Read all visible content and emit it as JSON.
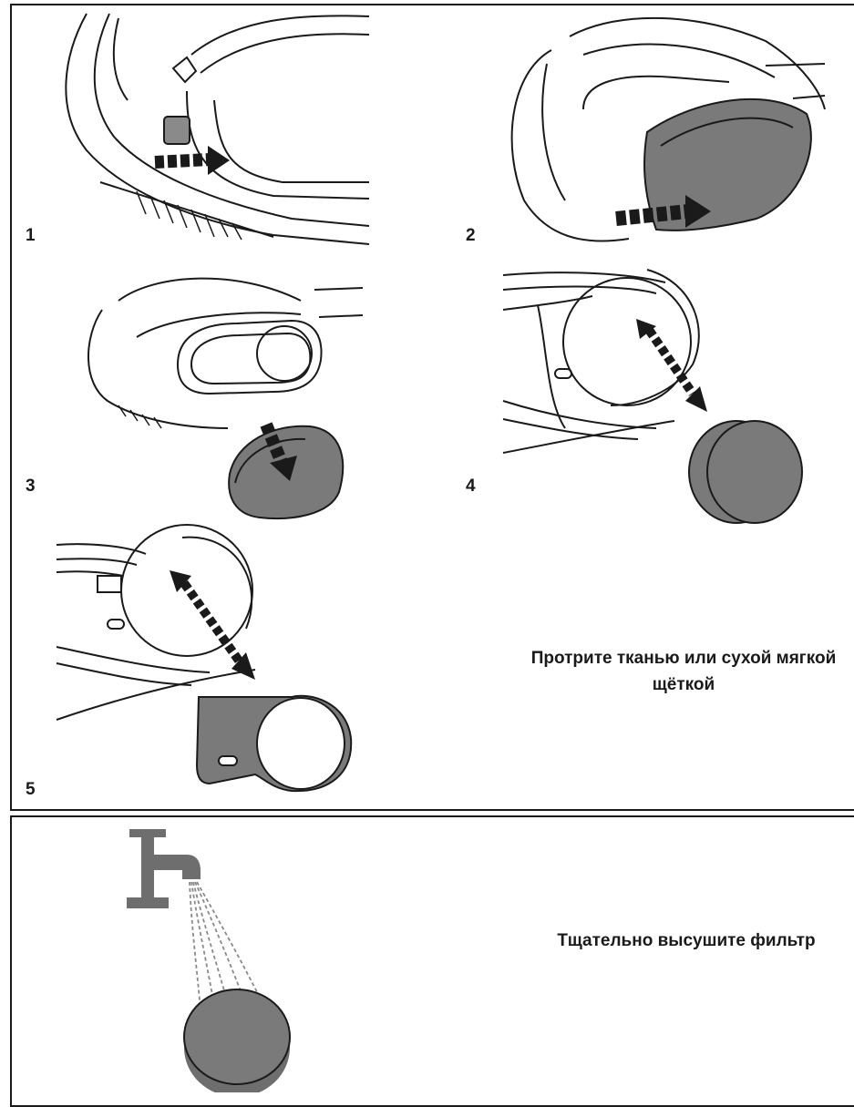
{
  "steps": [
    {
      "number": "1"
    },
    {
      "number": "2"
    },
    {
      "number": "3"
    },
    {
      "number": "4"
    },
    {
      "number": "5"
    }
  ],
  "captions": {
    "wipe": "Протрите тканью или сухой мягкой щёткой",
    "dry": "Тщательно высушите фильтр"
  },
  "illustrations": {
    "step1": "release-latch-illustration",
    "step2": "open-cover-illustration",
    "step3": "remove-cover-illustration",
    "step4": "remove-filter-illustration",
    "step5": "remove-filter-ring-illustration",
    "rinse": "rinse-filter-under-tap-illustration"
  },
  "colors": {
    "line": "#1a1a1a",
    "part_fill": "#7a7a7a",
    "arrow": "#2a2a2a",
    "tap": "#6e6e6e"
  }
}
